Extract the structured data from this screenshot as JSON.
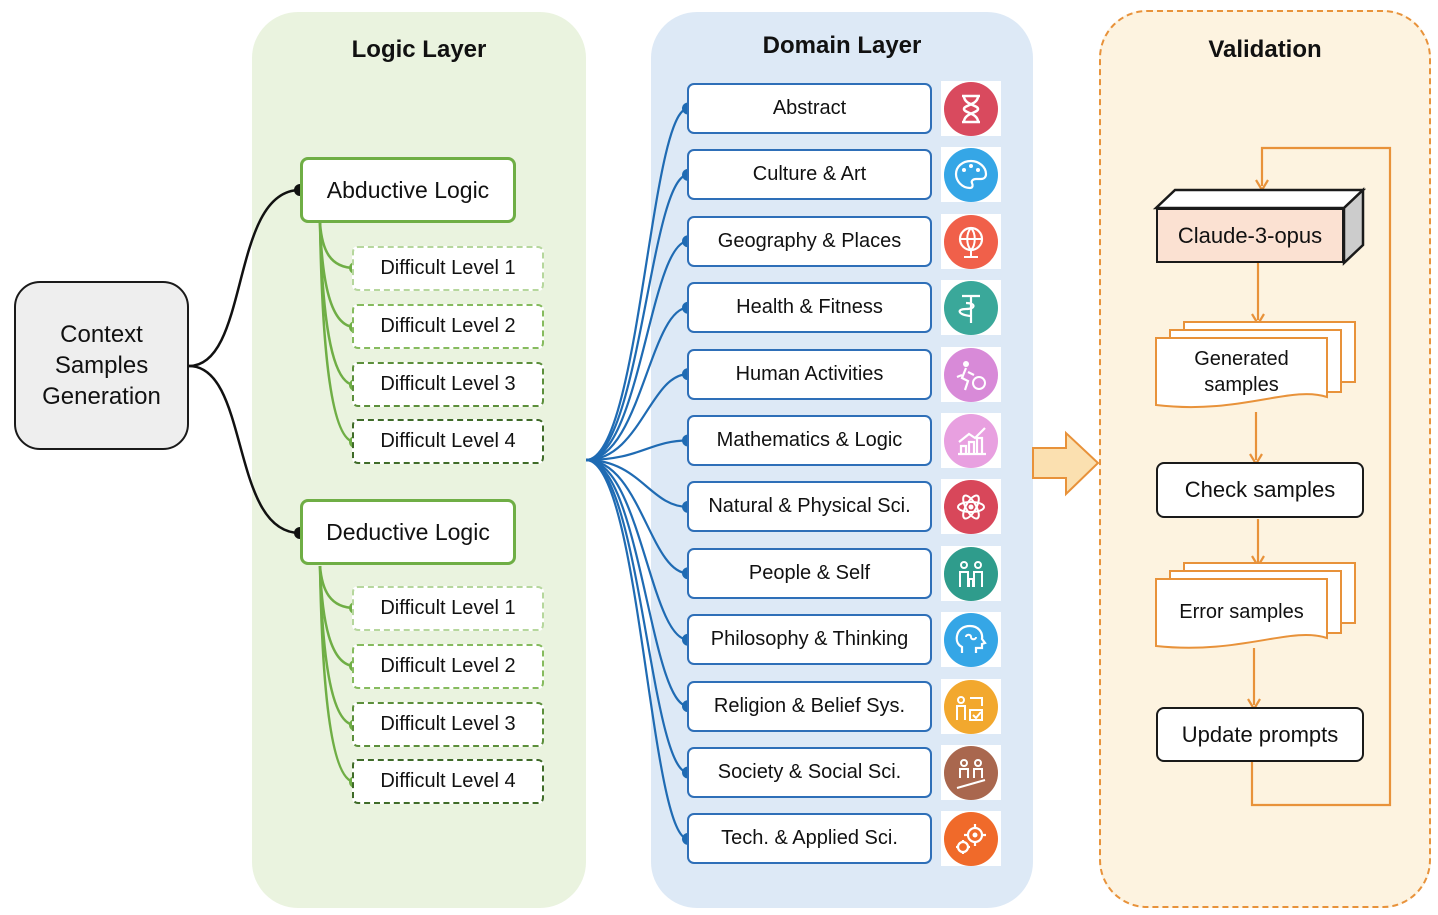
{
  "panels": {
    "logic_title": "Logic Layer",
    "domain_title": "Domain Layer",
    "validation_title": "Validation"
  },
  "root": {
    "label_lines": [
      "Context",
      "Samples",
      "Generation"
    ]
  },
  "logic": [
    {
      "label": "Abductive Logic",
      "levels": [
        "Difficult Level 1",
        "Difficult Level 2",
        "Difficult Level 3",
        "Difficult Level 4"
      ]
    },
    {
      "label": "Deductive Logic",
      "levels": [
        "Difficult Level 1",
        "Difficult Level 2",
        "Difficult Level 3",
        "Difficult Level 4"
      ]
    }
  ],
  "domains": [
    {
      "label": "Abstract",
      "icon": "hourglass-icon",
      "color": "#d94a5e"
    },
    {
      "label": "Culture & Art",
      "icon": "palette-icon",
      "color": "#35a6e6"
    },
    {
      "label": "Geography & Places",
      "icon": "globe-icon",
      "color": "#f0604a"
    },
    {
      "label": "Health & Fitness",
      "icon": "caduceus-icon",
      "color": "#3aa89a"
    },
    {
      "label": "Human Activities",
      "icon": "activity-icon",
      "color": "#d88ad8"
    },
    {
      "label": "Mathematics & Logic",
      "icon": "growth-chart-icon",
      "color": "#e8a0e0"
    },
    {
      "label": "Natural & Physical Sci.",
      "icon": "atom-icon",
      "color": "#d8475a"
    },
    {
      "label": "People & Self",
      "icon": "family-icon",
      "color": "#2f9c8c"
    },
    {
      "label": "Philosophy & Thinking",
      "icon": "mind-icon",
      "color": "#35a6e6"
    },
    {
      "label": "Religion & Belief Sys.",
      "icon": "vote-icon",
      "color": "#f2a82e"
    },
    {
      "label": "Society & Social Sci.",
      "icon": "society-icon",
      "color": "#a9674e"
    },
    {
      "label": "Tech. & Applied Sci.",
      "icon": "gears-icon",
      "color": "#f06a2a"
    }
  ],
  "validation": {
    "model": "Claude-3-opus",
    "generated_lines": [
      "Generated",
      "samples"
    ],
    "check": "Check samples",
    "errors": "Error samples",
    "update": "Update prompts"
  },
  "colors": {
    "logic_green": "#6fae45",
    "domain_blue": "#2e6fb8",
    "validation_orange": "#e8923a",
    "transfer_arrow": "#fbe0b0"
  }
}
